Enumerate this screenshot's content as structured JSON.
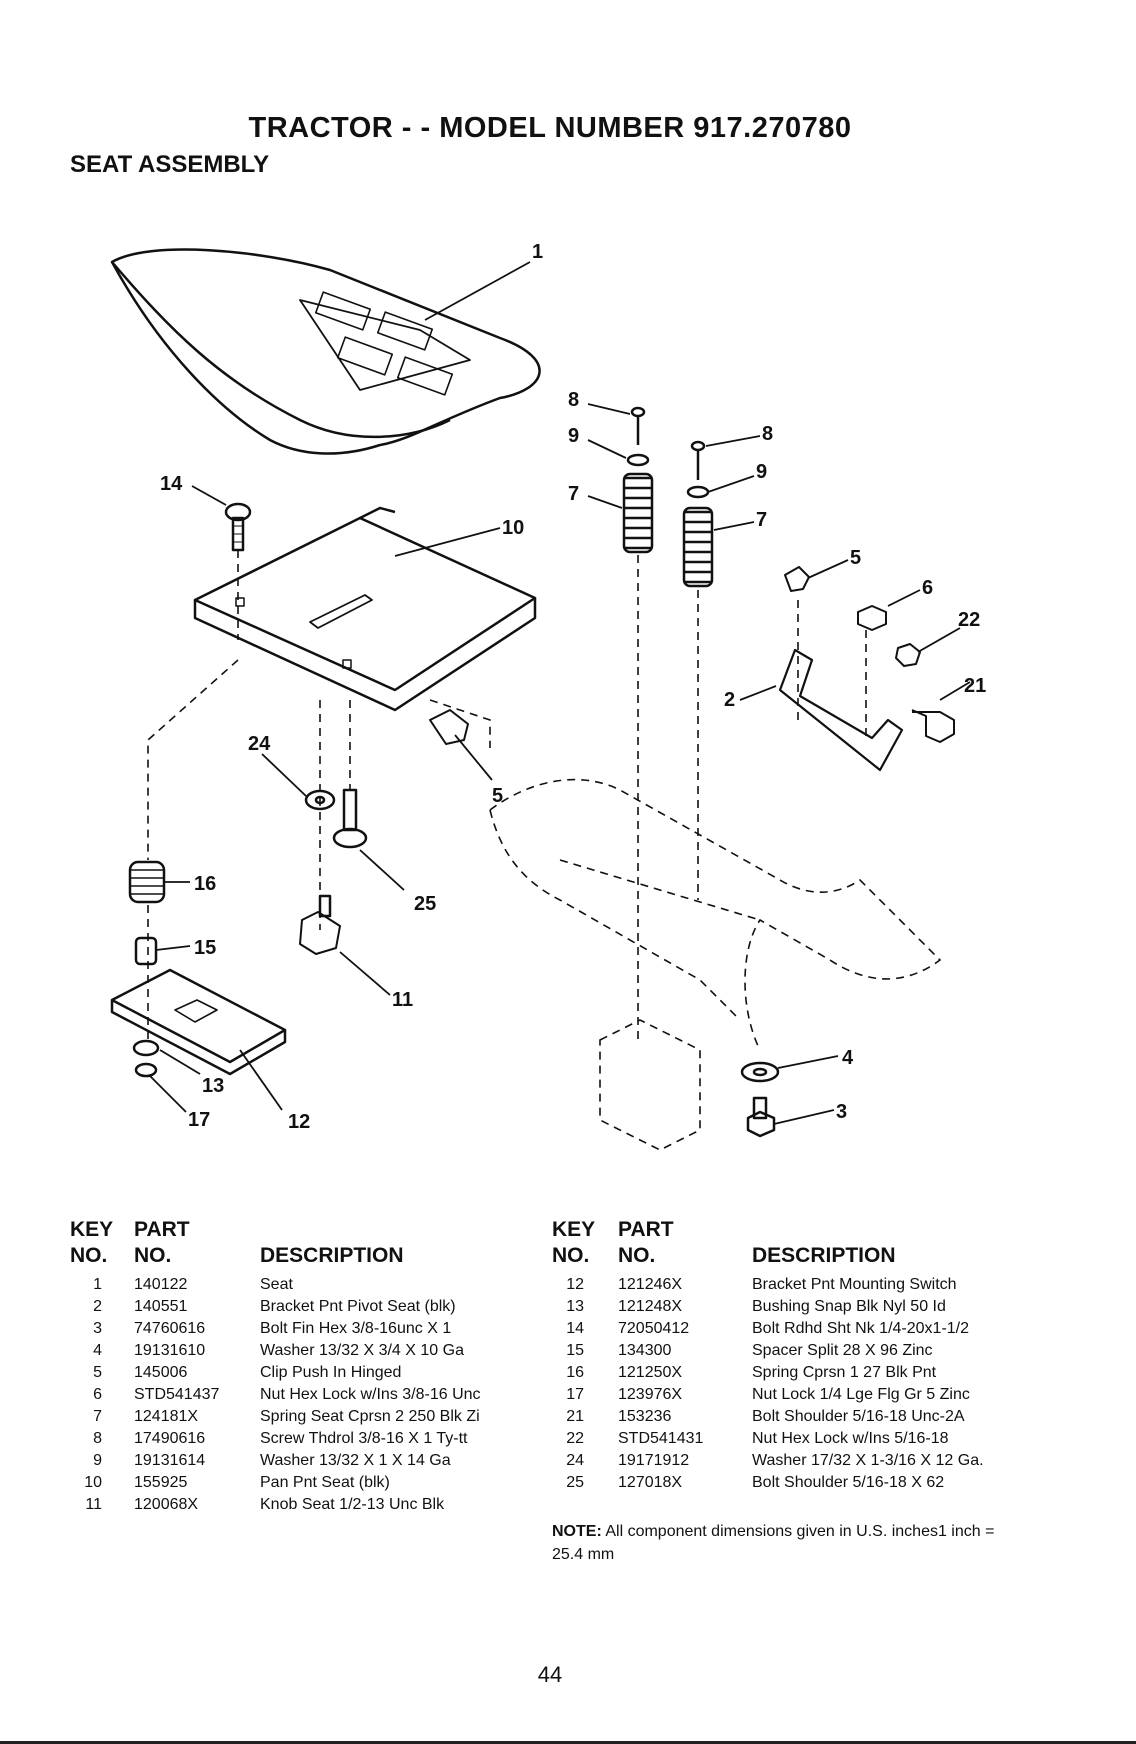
{
  "header": {
    "title": "TRACTOR - - MODEL NUMBER 917.270780",
    "subtitle": "SEAT ASSEMBLY"
  },
  "diagram": {
    "callouts": [
      "1",
      "14",
      "10",
      "8",
      "9",
      "7",
      "8",
      "9",
      "7",
      "5",
      "6",
      "22",
      "21",
      "2",
      "24",
      "5",
      "16",
      "25",
      "15",
      "11",
      "13",
      "17",
      "12",
      "4",
      "3"
    ]
  },
  "parts_left": {
    "headers": {
      "key1": "KEY",
      "key2": "NO.",
      "part1": "PART",
      "part2": "NO.",
      "desc": "DESCRIPTION"
    },
    "rows": [
      {
        "key": "1",
        "part": "140122",
        "desc": "Seat"
      },
      {
        "key": "2",
        "part": "140551",
        "desc": "Bracket Pnt Pivot Seat (blk)"
      },
      {
        "key": "3",
        "part": "74760616",
        "desc": "Bolt Fin Hex 3/8-16unc X 1"
      },
      {
        "key": "4",
        "part": "19131610",
        "desc": "Washer 13/32 X 3/4 X 10 Ga"
      },
      {
        "key": "5",
        "part": "145006",
        "desc": "Clip Push In Hinged"
      },
      {
        "key": "6",
        "part": "STD541437",
        "desc": "Nut Hex Lock w/Ins 3/8-16 Unc"
      },
      {
        "key": "7",
        "part": "124181X",
        "desc": "Spring Seat Cprsn 2 250 Blk Zi"
      },
      {
        "key": "8",
        "part": "17490616",
        "desc": "Screw Thdrol 3/8-16 X 1 Ty-tt"
      },
      {
        "key": "9",
        "part": "19131614",
        "desc": "Washer 13/32 X 1 X 14 Ga"
      },
      {
        "key": "10",
        "part": "155925",
        "desc": "Pan Pnt Seat (blk)"
      },
      {
        "key": "11",
        "part": "120068X",
        "desc": "Knob Seat 1/2-13 Unc Blk"
      }
    ]
  },
  "parts_right": {
    "headers": {
      "key1": "KEY",
      "key2": "NO.",
      "part1": "PART",
      "part2": "NO.",
      "desc": "DESCRIPTION"
    },
    "rows": [
      {
        "key": "12",
        "part": "121246X",
        "desc": "Bracket Pnt Mounting Switch"
      },
      {
        "key": "13",
        "part": "121248X",
        "desc": "Bushing Snap Blk Nyl 50 Id"
      },
      {
        "key": "14",
        "part": "72050412",
        "desc": "Bolt Rdhd Sht Nk 1/4-20x1-1/2"
      },
      {
        "key": "15",
        "part": "134300",
        "desc": "Spacer Split 28 X 96 Zinc"
      },
      {
        "key": "16",
        "part": "121250X",
        "desc": "Spring Cprsn 1 27 Blk Pnt"
      },
      {
        "key": "17",
        "part": "123976X",
        "desc": "Nut Lock 1/4 Lge Flg Gr 5 Zinc"
      },
      {
        "key": "21",
        "part": "153236",
        "desc": "Bolt Shoulder 5/16-18 Unc-2A"
      },
      {
        "key": "22",
        "part": "STD541431",
        "desc": "Nut Hex Lock w/Ins 5/16-18"
      },
      {
        "key": "24",
        "part": "19171912",
        "desc": "Washer 17/32 X 1-3/16 X 12 Ga."
      },
      {
        "key": "25",
        "part": "127018X",
        "desc": "Bolt Shoulder 5/16-18 X 62"
      }
    ]
  },
  "note": {
    "label": "NOTE:",
    "text": "All component dimensions given in U.S. inches1 inch = 25.4 mm"
  },
  "footer": {
    "page_number": "44"
  }
}
